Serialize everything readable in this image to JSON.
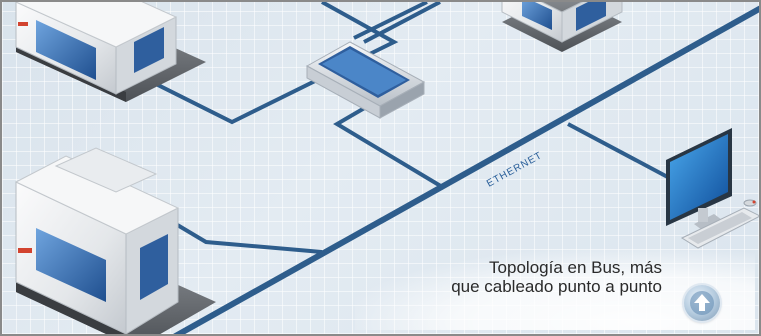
{
  "diagram": {
    "bus_label": "ETHERNET",
    "caption_line1": "Topología en Bus, más",
    "caption_line2": "que cableado punto a punto",
    "colors": {
      "cable": "#2e5d8c",
      "background": "#dfe8f0",
      "machine_body": "#eceff2",
      "machine_accent": "#3e7bc8"
    },
    "icons": {
      "nav_button": "up-arrow-icon",
      "switch": "network-switch-icon",
      "workstation": "computer-monitor-icon",
      "machines": "ma-machine-icon"
    }
  }
}
